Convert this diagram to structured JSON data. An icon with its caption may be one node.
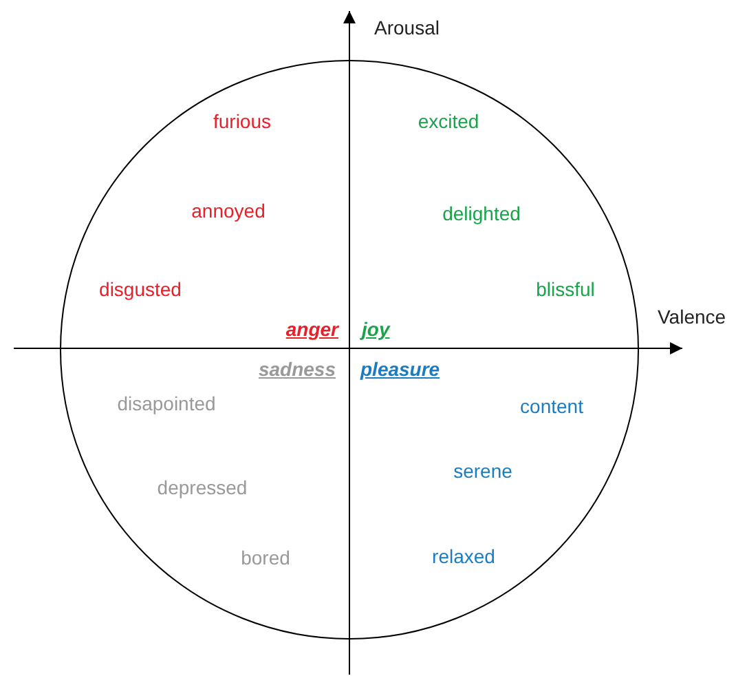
{
  "diagram": {
    "labels": [
      "Arousal",
      "furious",
      "excited",
      "annoyed",
      "delighted",
      "disgusted",
      "blissful",
      "Valence",
      "anger",
      "joy",
      "sadness",
      "pleasure",
      "content",
      "disapointed",
      "serene",
      "depressed",
      "bored",
      "relaxed"
    ]
  }
}
